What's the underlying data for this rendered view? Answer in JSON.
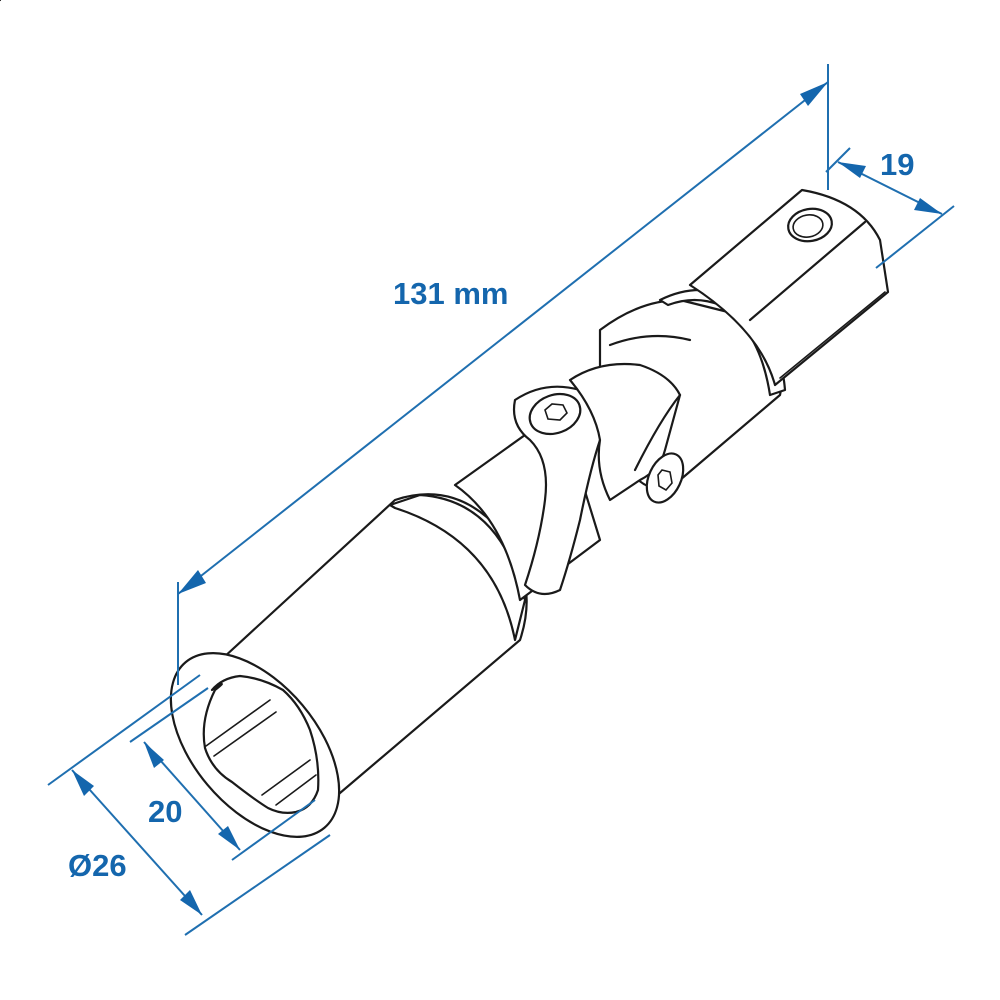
{
  "diagram": {
    "subject": "Universal joint spark plug socket",
    "dimension_color": "#1466ad",
    "line_color": "#1a1a1a",
    "dimensions": {
      "overall_length": "131 mm",
      "drive_square": "19",
      "hex_size": "20",
      "outer_diameter": "Ø26"
    }
  }
}
